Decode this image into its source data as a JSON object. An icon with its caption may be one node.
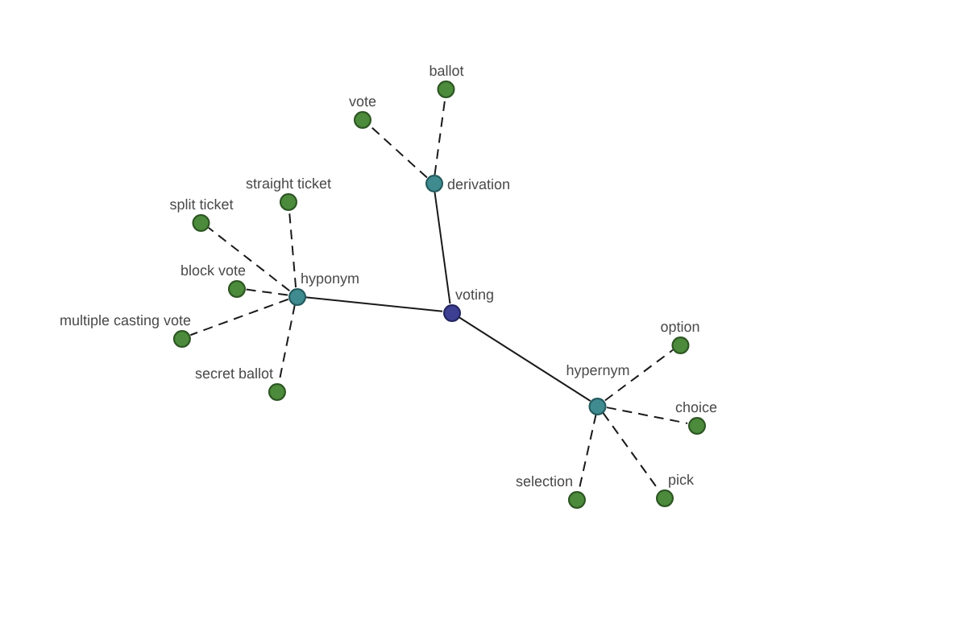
{
  "diagram": {
    "nodes": [
      {
        "text": [
          "ballot"
        ]
      },
      {
        "text": [
          "vote"
        ]
      },
      {
        "text": [
          "derivation"
        ]
      },
      {
        "text": [
          "straight ticket"
        ]
      },
      {
        "text": [
          "split ticket"
        ]
      },
      {
        "text": [
          "block vote"
        ]
      },
      {
        "text": [
          "hyponym"
        ]
      },
      {
        "text": [
          "voting"
        ]
      },
      {
        "text": [
          "multiple casting vote"
        ]
      },
      {
        "text": [
          "option"
        ]
      },
      {
        "text": [
          "secret ballot"
        ]
      },
      {
        "text": [
          "hypernym"
        ]
      },
      {
        "text": [
          "choice"
        ]
      },
      {
        "text": [
          "selection"
        ]
      },
      {
        "text": [
          "pick"
        ]
      }
    ],
    "edges": [
      {
        "from": 7,
        "to": 2,
        "arrow": "none"
      },
      {
        "from": 7,
        "to": 6,
        "arrow": "none"
      },
      {
        "from": 7,
        "to": 11,
        "arrow": "none"
      },
      {
        "from": 2,
        "to": 1,
        "arrow": "none",
        "style": "dashed"
      },
      {
        "from": 2,
        "to": 0,
        "arrow": "none",
        "style": "dashed"
      },
      {
        "from": 6,
        "to": 3,
        "arrow": "none",
        "style": "dashed"
      },
      {
        "from": 6,
        "to": 4,
        "arrow": "none",
        "style": "dashed"
      },
      {
        "from": 6,
        "to": 5,
        "arrow": "none",
        "style": "dashed"
      },
      {
        "from": 6,
        "to": 8,
        "arrow": "none",
        "style": "dashed"
      },
      {
        "from": 6,
        "to": 10,
        "arrow": "none",
        "style": "dashed"
      },
      {
        "from": 11,
        "to": 9,
        "arrow": "none",
        "style": "dashed"
      },
      {
        "from": 11,
        "to": 12,
        "arrow": "none",
        "style": "dashed"
      },
      {
        "from": 11,
        "to": 13,
        "arrow": "none",
        "style": "dashed"
      },
      {
        "from": 11,
        "to": 14,
        "arrow": "none",
        "style": "dashed"
      }
    ]
  }
}
